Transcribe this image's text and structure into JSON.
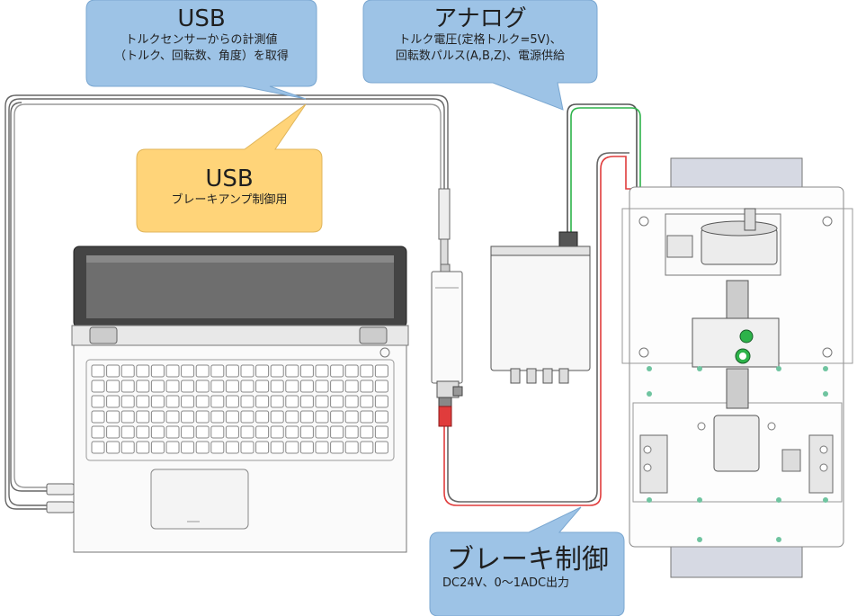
{
  "callouts": {
    "usb_top": {
      "title": "USB",
      "line1": "トルクセンサーからの計測値",
      "line2": "（トルク、回転数、角度）を取得"
    },
    "analog": {
      "title": "アナログ",
      "line1": "トルク電圧(定格トルク=5V)、",
      "line2": "回転数パルス(A,B,Z)、電源供給"
    },
    "usb_brake": {
      "title": "USB",
      "line1": "ブレーキアンプ制御用"
    },
    "brake": {
      "title": "ブレーキ制御",
      "line1": "DC24V、0～1ADC出力"
    }
  },
  "colors": {
    "callout_blue": "#9dc3e6",
    "callout_orange": "#ffd479",
    "cable_green": "#2db34a",
    "cable_red": "#e03c3c",
    "line_dark": "#555555"
  }
}
